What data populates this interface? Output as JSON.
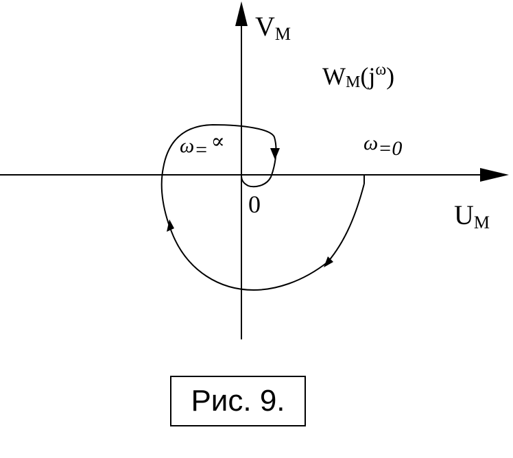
{
  "diagram": {
    "axis_v_main": "V",
    "axis_v_sub": "M",
    "axis_u_main": "U",
    "axis_u_sub": "M",
    "function_main": "W",
    "function_sub": "M",
    "function_open": "(j",
    "function_sup": "ω",
    "function_close": ")",
    "omega_symbol": "ω",
    "omega_inf_eq": "=",
    "omega_inf_value": "∝",
    "omega_zero_text": "=0",
    "origin_label": "0"
  },
  "caption": {
    "text": "Рис. 9."
  },
  "colors": {
    "ink": "#000000",
    "background": "#ffffff"
  }
}
